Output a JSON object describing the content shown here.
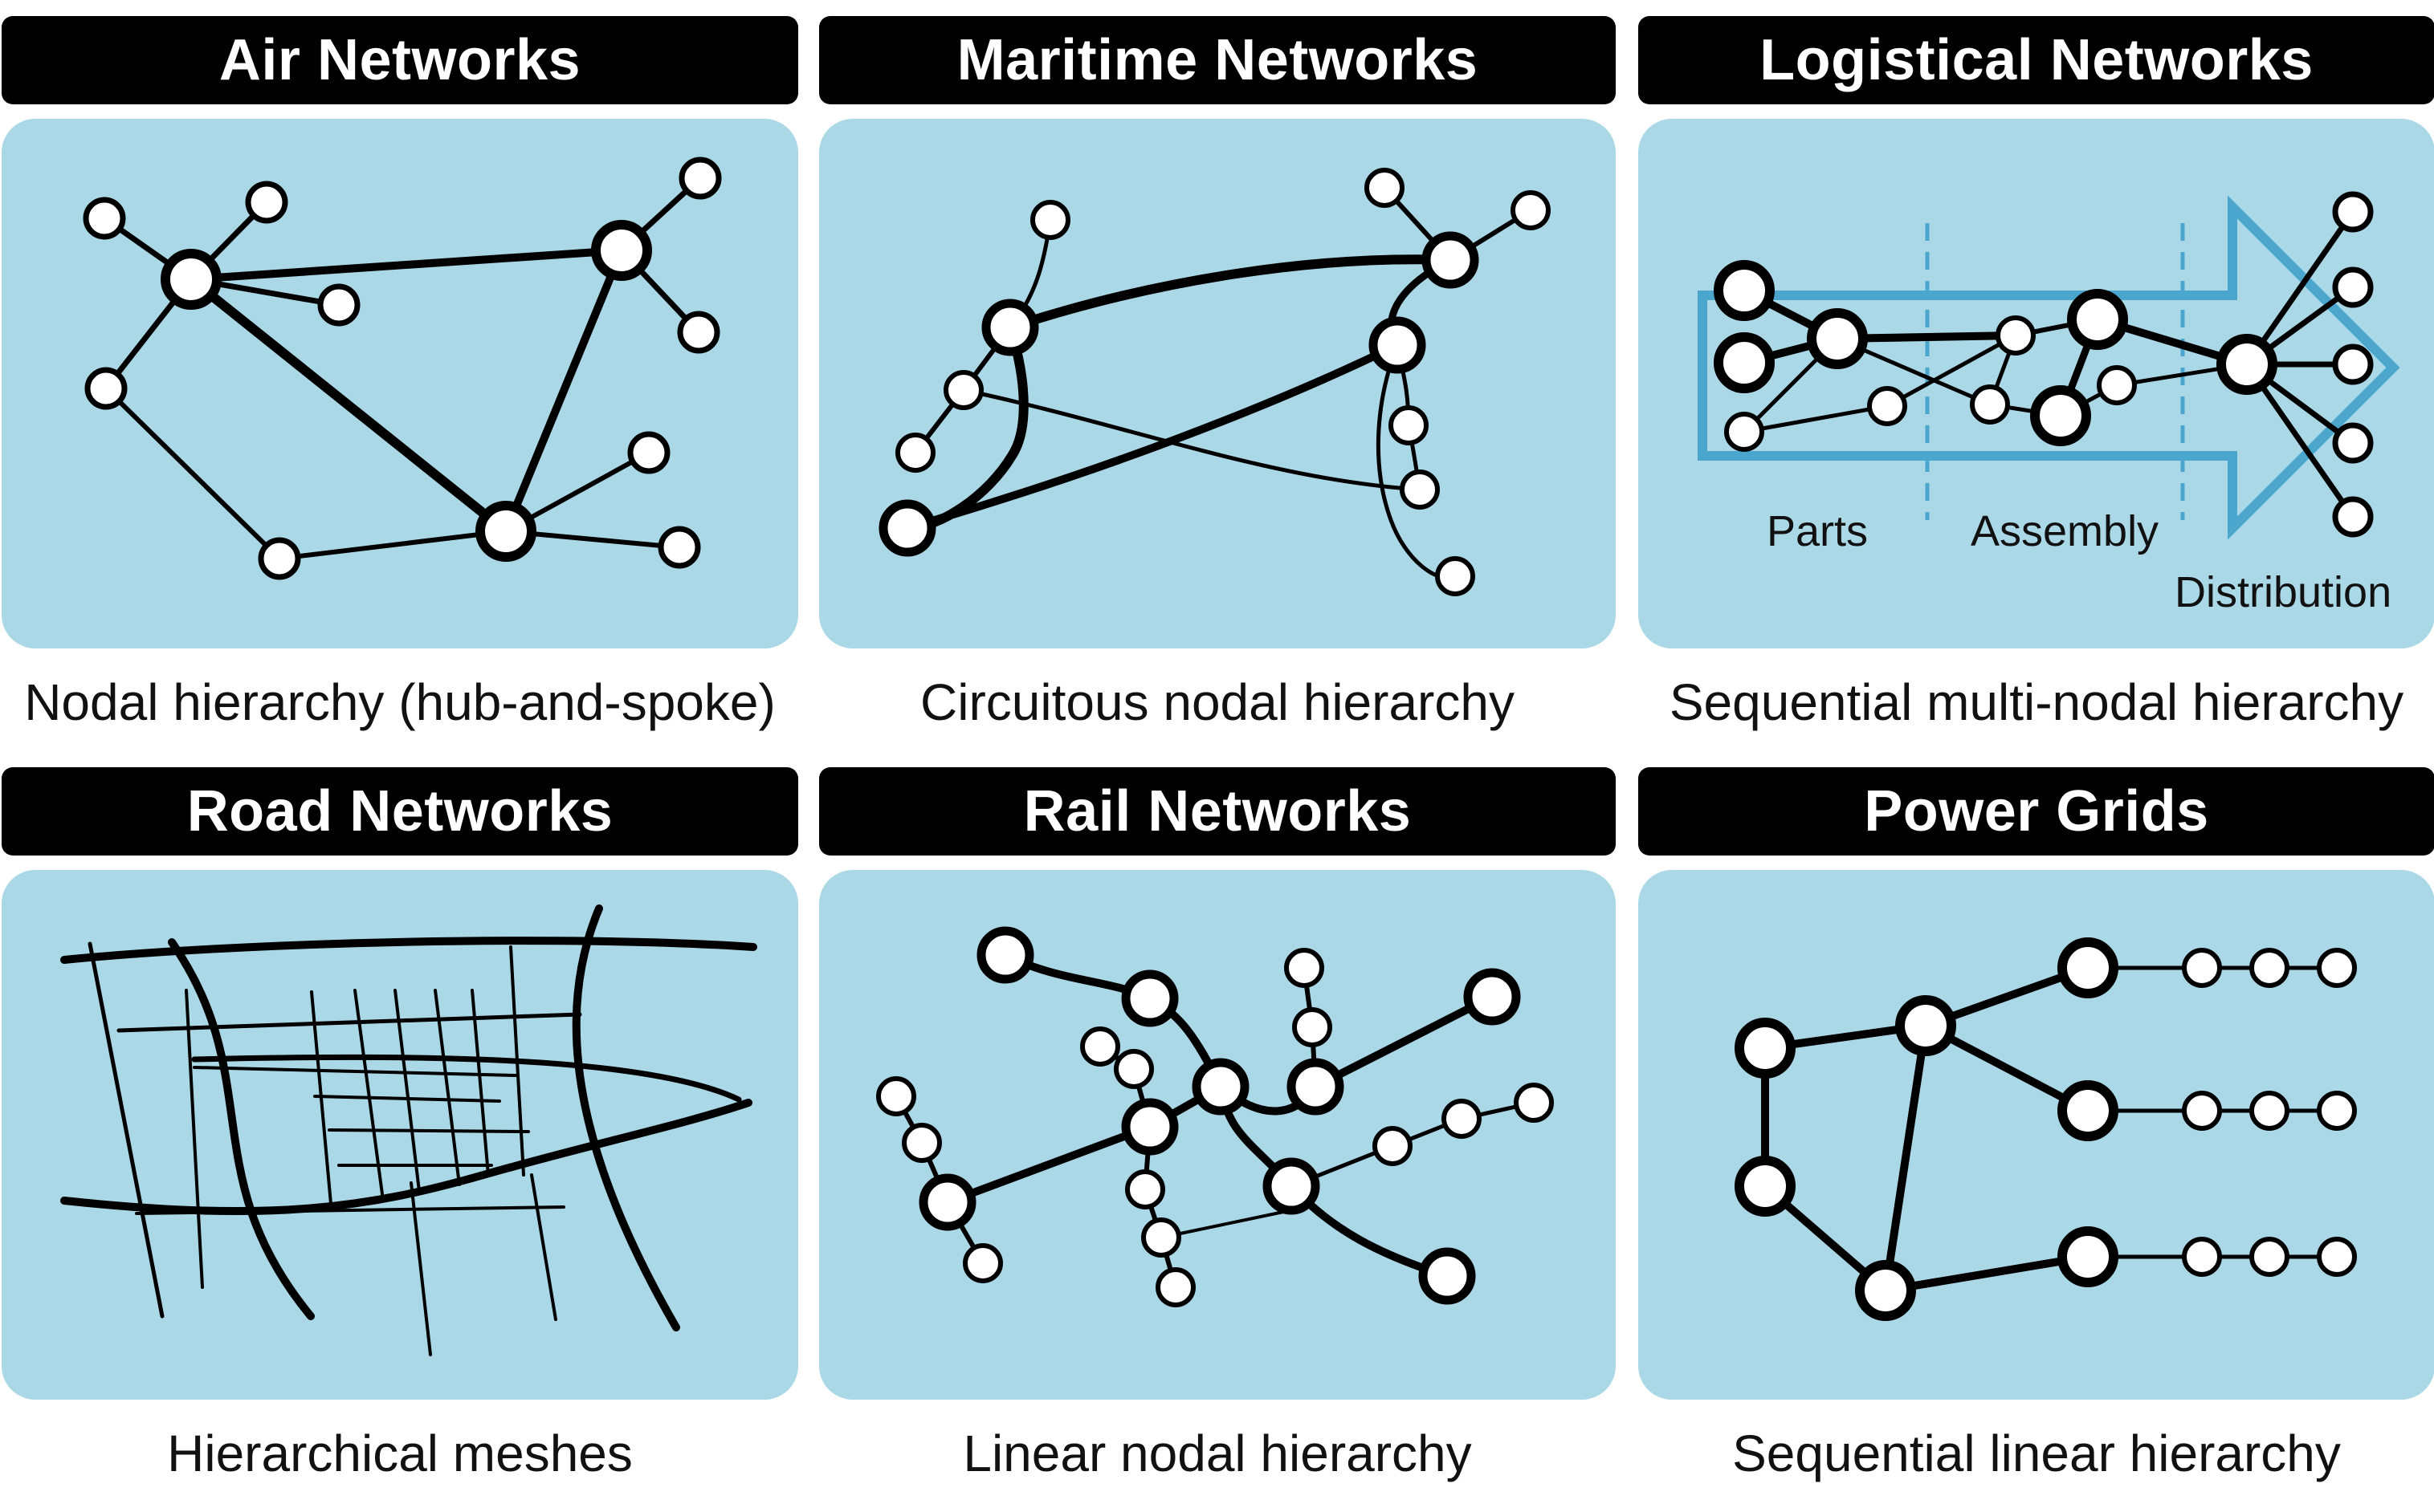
{
  "colors": {
    "panel_bg": "#abd8e6",
    "header_bg": "#000000",
    "arrow": "#4aa6cc",
    "ink": "#000000"
  },
  "panels": [
    {
      "title": "Air Networks",
      "caption": "Nodal hierarchy (hub-and-spoke)"
    },
    {
      "title": "Maritime Networks",
      "caption": "Circuitous nodal hierarchy"
    },
    {
      "title": "Logistical Networks",
      "caption": "Sequential multi-nodal hierarchy",
      "labels": {
        "parts": "Parts",
        "assembly": "Assembly",
        "distribution": "Distribution"
      }
    },
    {
      "title": "Road Networks",
      "caption": "Hierarchical meshes"
    },
    {
      "title": "Rail Networks",
      "caption": "Linear nodal hierarchy"
    },
    {
      "title": "Power Grids",
      "caption": "Sequential linear hierarchy"
    }
  ]
}
